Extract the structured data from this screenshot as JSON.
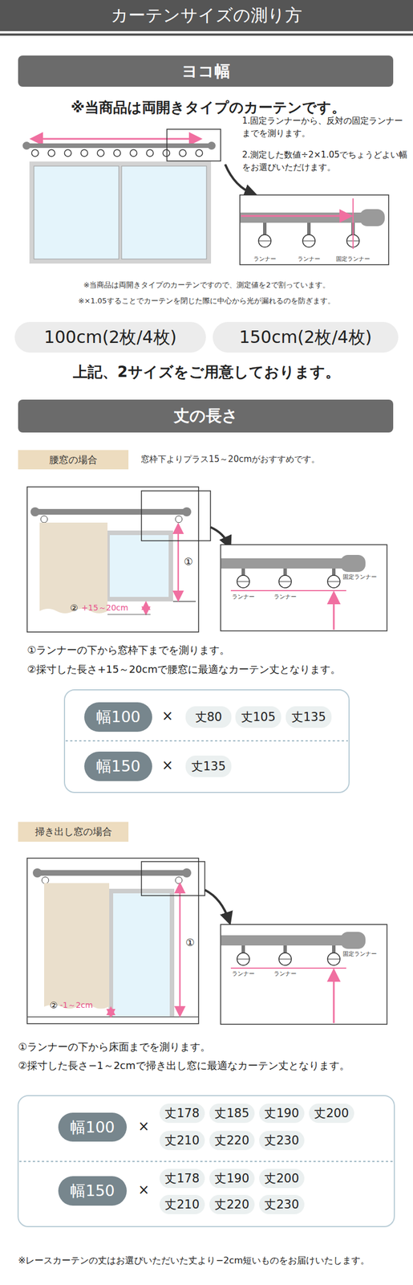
{
  "diagram": {
    "title": "カーテンサイズの測り方",
    "nodes": [
      {
        "text": [
          "ヨコ幅"
        ]
      },
      {
        "text": [
          "100cm(2枚/4枚)"
        ]
      },
      {
        "text": [
          "150cm(2枚/4枚)"
        ]
      },
      {
        "text": [
          "丈の長さ"
        ]
      },
      {
        "text": [
          "腰窓の場合"
        ]
      },
      {
        "text": [
          "幅100"
        ]
      },
      {
        "text": [
          "丈80"
        ]
      },
      {
        "text": [
          "丈105"
        ]
      },
      {
        "text": [
          "丈135"
        ]
      },
      {
        "text": [
          "幅150"
        ]
      },
      {
        "text": [
          "丈135"
        ]
      },
      {
        "text": [
          "掃き出し窓の場合"
        ]
      },
      {
        "text": [
          "幅100"
        ]
      },
      {
        "text": [
          "丈178"
        ]
      },
      {
        "text": [
          "丈185"
        ]
      },
      {
        "text": [
          "丈190"
        ]
      },
      {
        "text": [
          "丈200"
        ]
      },
      {
        "text": [
          "丈210"
        ]
      },
      {
        "text": [
          "丈220"
        ]
      },
      {
        "text": [
          "丈230"
        ]
      },
      {
        "text": [
          "幅150"
        ]
      },
      {
        "text": [
          "丈178"
        ]
      },
      {
        "text": [
          "丈190"
        ]
      },
      {
        "text": [
          "丈200"
        ]
      },
      {
        "text": [
          "丈210"
        ]
      },
      {
        "text": [
          "丈220"
        ]
      },
      {
        "text": [
          "丈230"
        ]
      }
    ],
    "labels": [
      "※当商品は両開きタイプのカーテンです。",
      "1.固定ランナーから、反対の固定ランナーまでを測ります。",
      "2.測定した数値÷2×1.05でちょうどよい幅をお選びいただけます。",
      "ランナー",
      "ランナー",
      "固定ランナー",
      "※当商品は両開きタイプのカーテンですので、測定値を2で割っています。",
      "※×1.05することでカーテンを閉じた際に中心から光が漏れるのを防ぎます。",
      "上記、2サイズをご用意しております。",
      "窓枠下よりプラス15～20cmがおすすめです。",
      "①",
      "②",
      "+15～20cm",
      "ランナー",
      "ランナー",
      "固定ランナー",
      "①ランナーの下から窓枠下までを測ります。",
      "②採寸した長さ+15～20cmで腰窓に最適なカーテン丈となります。",
      "×",
      "×",
      "①",
      "②",
      "-1～2cm",
      "ランナー",
      "ランナー",
      "固定ランナー",
      "①ランナーの下から床面までを測ります。",
      "②採寸した長さ−1～2cmで掃き出し窓に最適なカーテン丈となります。",
      "×",
      "×",
      "※レースカーテンの丈はお選びいただいた丈より−2cm短いものをお届けいたします。"
    ]
  }
}
